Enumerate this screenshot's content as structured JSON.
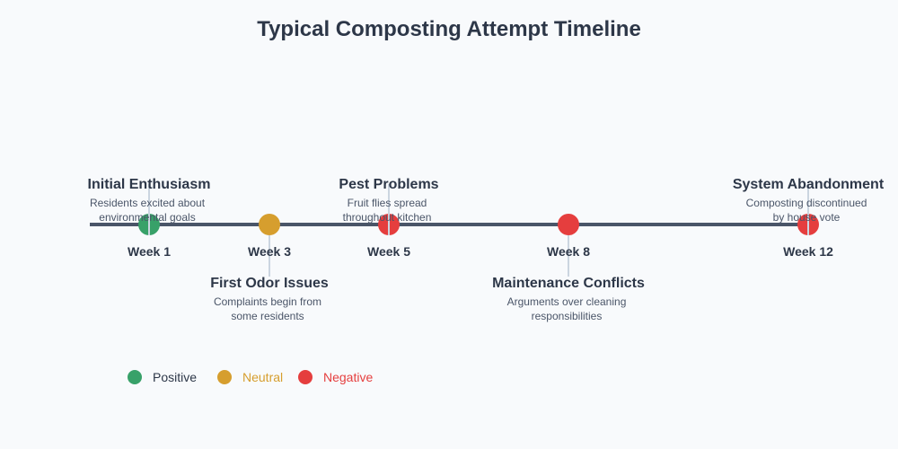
{
  "title": "Typical Composting Attempt Timeline",
  "colors": {
    "positive": "#38a169",
    "neutral": "#d69e2e",
    "negative": "#e53e3e",
    "axis": "#4a5568",
    "connector": "#cbd5e0",
    "text": "#2d3748"
  },
  "events": [
    {
      "week": "Week 1",
      "title": "Initial Enthusiasm",
      "desc": [
        "Residents excited about",
        "environmental goals"
      ],
      "sentiment": "positive"
    },
    {
      "week": "Week 3",
      "title": "First Odor Issues",
      "desc": [
        "Complaints begin from",
        "some residents"
      ],
      "sentiment": "neutral"
    },
    {
      "week": "Week 5",
      "title": "Pest Problems",
      "desc": [
        "Fruit flies spread",
        "throughout kitchen"
      ],
      "sentiment": "negative"
    },
    {
      "week": "Week 8",
      "title": "Maintenance Conflicts",
      "desc": [
        "Arguments over cleaning",
        "responsibilities"
      ],
      "sentiment": "negative"
    },
    {
      "week": "Week 12",
      "title": "System Abandonment",
      "desc": [
        "Composting discontinued",
        "by house vote"
      ],
      "sentiment": "negative"
    }
  ],
  "legend": [
    {
      "label": "Positive",
      "sentiment": "positive"
    },
    {
      "label": "Neutral",
      "sentiment": "neutral"
    },
    {
      "label": "Negative",
      "sentiment": "negative"
    }
  ]
}
